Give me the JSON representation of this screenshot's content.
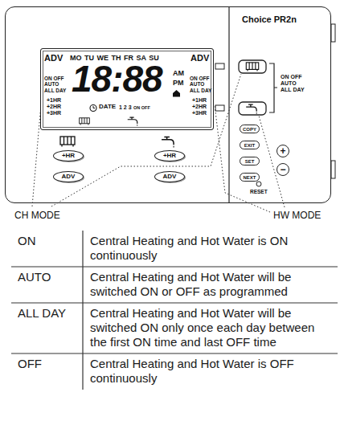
{
  "diagram": {
    "nodes": [
      {
        "text": [
          "Choice PR2n"
        ]
      },
      {
        "text": [
          "ADV",
          "MO TU WE TH FR SA SU",
          "ADV",
          "ON OFF AUTO ALL DAY",
          "18:88",
          "AM",
          "PM",
          "ON OFF AUTO ALL DAY",
          "+1HR +2HR +3HR",
          "DATE",
          "1 2 3",
          "ON OFF",
          "+1HR +2HR +3HR"
        ],
        "in": 0
      },
      {
        "text": [
          "+HR"
        ],
        "in": 0
      },
      {
        "text": [
          "ADV"
        ],
        "in": 0
      },
      {
        "text": [
          "+HR"
        ],
        "in": 0
      },
      {
        "text": [
          "ADV"
        ],
        "in": 0
      },
      {
        "text": [
          "COPY"
        ],
        "in": 0
      },
      {
        "text": [
          "EXIT"
        ],
        "in": 0
      },
      {
        "text": [
          "SET"
        ],
        "in": 0
      },
      {
        "text": [
          "NEXT"
        ],
        "in": 0
      },
      {
        "text": [
          "+"
        ],
        "in": 0
      },
      {
        "text": [
          "−"
        ],
        "in": 0
      }
    ],
    "labels": [
      "ON OFF AUTO ALL DAY",
      "RESET",
      "CH MODE",
      "HW MODE",
      "ON",
      "Central Heating and Hot Water is ON continuously",
      "AUTO",
      "Central Heating and Hot Water will be switched ON or OFF as programmed",
      "ALL DAY",
      "Central Heating and Hot Water will be switched ON only once each day between the first ON time and last OFF time",
      "OFF",
      "Central Heating and Hot Water is OFF continuously"
    ]
  }
}
